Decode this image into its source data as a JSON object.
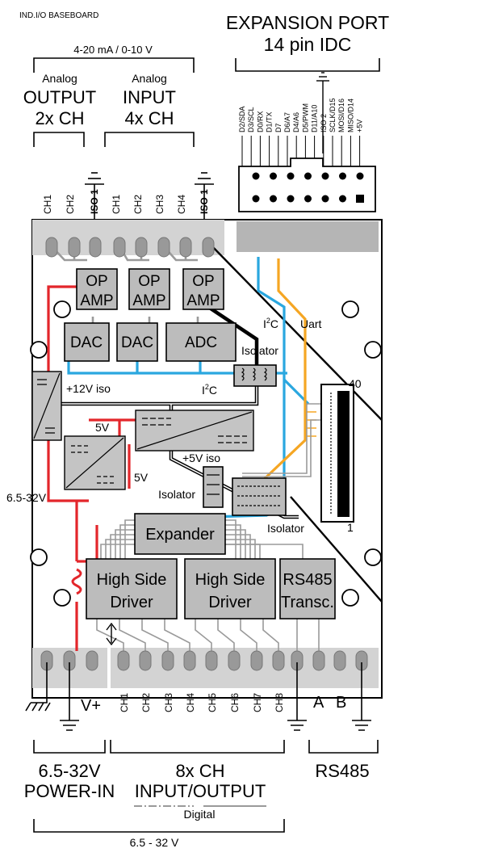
{
  "board_title": "IND.I/O BASEBOARD",
  "expansion": {
    "title_line1": "EXPANSION PORT",
    "title_line2": "14 pin IDC",
    "pins": [
      "D2/SDA",
      "D3/SCL",
      "D0/RX",
      "D1/TX",
      "D7",
      "D6/A7",
      "D4/A6",
      "D5/PWM",
      "D11/A10",
      "ISO 2",
      "SCLK/D15",
      "MOSI/D16",
      "MISO/D14",
      "+5V"
    ]
  },
  "analog": {
    "range": "4-20 mA / 0-10 V",
    "output_line1": "Analog",
    "output_line2": "OUTPUT",
    "output_line3": "2x CH",
    "input_line1": "Analog",
    "input_line2": "INPUT",
    "input_line3": "4x CH",
    "out_pins": [
      "CH1",
      "CH2",
      "ISO 1"
    ],
    "in_pins": [
      "CH1",
      "CH2",
      "CH3",
      "CH4",
      "ISO 1"
    ]
  },
  "blocks": {
    "op_amp_l1": "OP",
    "op_amp_l2": "AMP",
    "dac": "DAC",
    "adc": "ADC",
    "isolator": "Isolator",
    "expander": "Expander",
    "hsd_l1": "High Side",
    "hsd_l2": "Driver",
    "rs485_l1": "RS485",
    "rs485_l2": "Transc."
  },
  "labels": {
    "i2c_main": "I",
    "i2c_sup": "2",
    "i2c_tail": "C",
    "uart": "Uart",
    "v12iso": "+12V iso",
    "v5": "5V",
    "v5iso": "+5V iso",
    "vrange": "6.5-32V",
    "gpio_40": "40",
    "gpio_1": "1"
  },
  "bottom_pins": {
    "power": [
      "V+"
    ],
    "channels": [
      "CH1",
      "CH2",
      "CH3",
      "CH4",
      "CH5",
      "CH6",
      "CH7",
      "CH8"
    ],
    "rs485": [
      "A",
      "B"
    ]
  },
  "bottom_labels": {
    "power_line1": "6.5-32V",
    "power_line2": "POWER-IN",
    "io_line1": "8x CH",
    "io_line2": "INPUT/OUTPUT",
    "digital": "Digital",
    "rs485": "RS485",
    "supply": "6.5 - 32 V"
  },
  "colors": {
    "red": "#e3262b",
    "blue": "#2aa7df",
    "orange": "#f5a623",
    "gray": "#9a9a9a",
    "block": "#bcbcbc",
    "strip": "#cfcfcf"
  }
}
